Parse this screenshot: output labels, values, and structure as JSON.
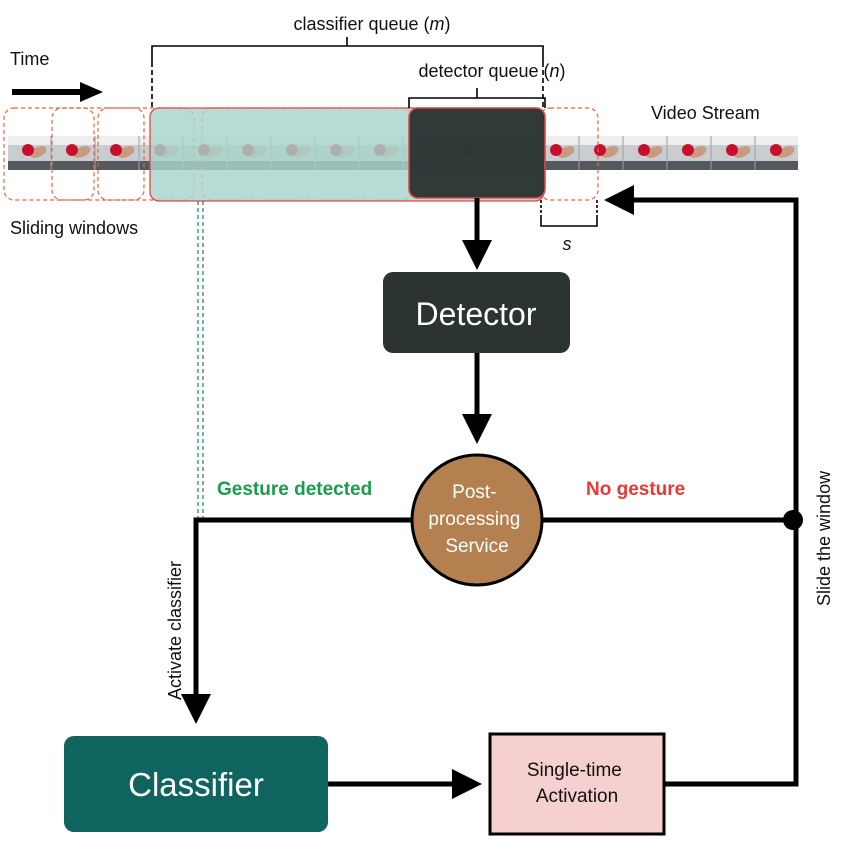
{
  "labels": {
    "classifier_queue_prefix": "classifier queue (",
    "classifier_queue_var": "m",
    "classifier_queue_suffix": ")",
    "detector_queue_prefix": "detector queue (",
    "detector_queue_var": "n",
    "detector_queue_suffix": ")",
    "time": "Time",
    "video_stream": "Video Stream",
    "sliding_windows": "Sliding windows",
    "stride_symbol": "s",
    "detector": "Detector",
    "post_processing_lines": [
      "Post-",
      "processing",
      "Service"
    ],
    "gesture_detected": "Gesture detected",
    "no_gesture": "No gesture",
    "activate_classifier": "Activate classifier",
    "slide_the_window": "Slide the window",
    "classifier": "Classifier",
    "single_time_lines": [
      "Single-time",
      "Activation"
    ]
  },
  "colors": {
    "detector_box": "#2b3432",
    "classifier_box": "#0f6460",
    "post_processing": "#b5804f",
    "single_time_fill": "#f6cfcf",
    "gesture_detected_text": "#1a9d4a",
    "no_gesture_text": "#e53935",
    "window_dash": "#e8643c",
    "classifier_queue_fill": "#a8d4cc",
    "detector_queue_fill": "#28302e",
    "queue_border": "#e04848",
    "classifier_link": "#1f7a72"
  }
}
